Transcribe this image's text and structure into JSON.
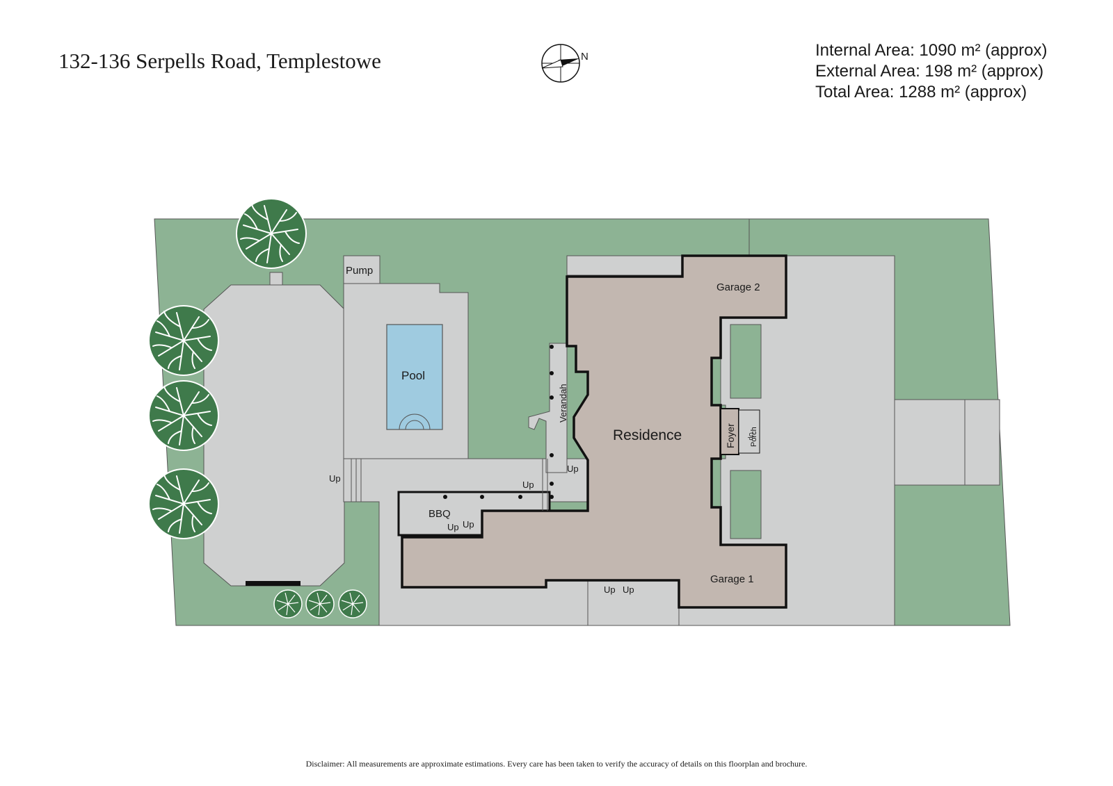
{
  "header": {
    "title": "132-136 Serpells Road, Templestowe",
    "internal_area": "Internal Area: 1090 m² (approx)",
    "external_area": "External Area: 198 m² (approx)",
    "total_area": "Total Area: 1288 m² (approx)"
  },
  "compass": {
    "label": "N",
    "icon": "north-arrow-icon"
  },
  "plan": {
    "pump": "Pump",
    "pool": "Pool",
    "verandah": "Verandah",
    "residence": "Residence",
    "garage_2": "Garage 2",
    "garage_1": "Garage 1",
    "foyer": "Foyer",
    "porch": "Porch",
    "bbq": "BBQ",
    "up": "Up"
  },
  "colors": {
    "lawn": "#8db394",
    "paving": "#cfd0d0",
    "residence": "#c2b7b0",
    "pool": "#9fcbe0",
    "tree": "#3f7a4b",
    "wall": "#111111"
  },
  "footer": {
    "disclaimer": "Disclaimer: All measurements are approximate estimations. Every care has been taken to verify the accuracy of details on this floorplan and brochure."
  }
}
